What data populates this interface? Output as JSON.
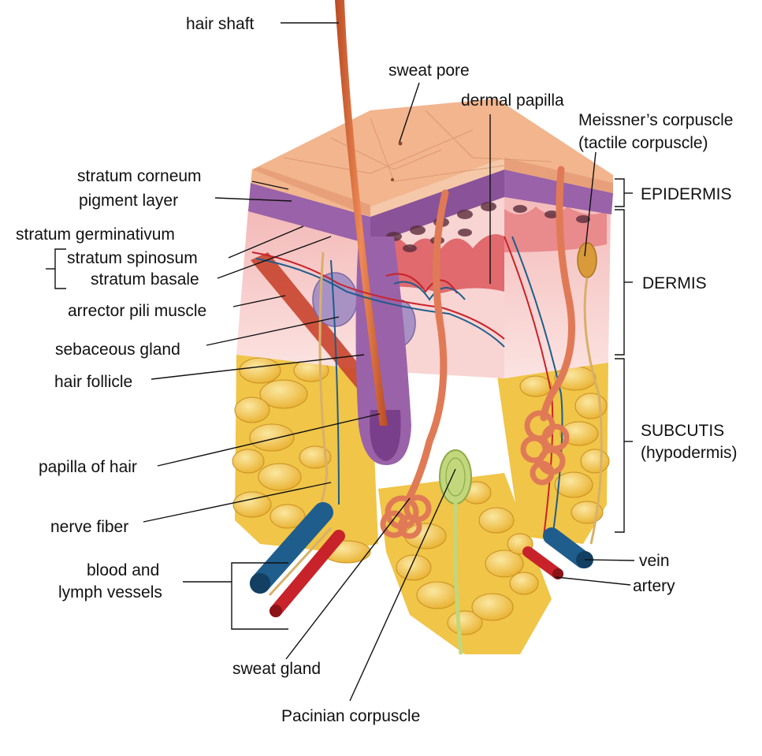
{
  "labels": {
    "hair_shaft": "hair shaft",
    "sweat_pore": "sweat pore",
    "dermal_papilla": "dermal papilla",
    "meissner_1": "Meissner’s corpuscle",
    "meissner_2": "(tactile corpuscle)",
    "stratum_corneum": "stratum corneum",
    "pigment_layer": "pigment layer",
    "stratum_germinativum": "stratum germinativum",
    "stratum_spinosum": "stratum spinosum",
    "stratum_basale": "stratum basale",
    "arrector_pili": "arrector pili muscle",
    "sebaceous_gland": "sebaceous gland",
    "hair_follicle": "hair follicle",
    "papilla_of_hair": "papilla of hair",
    "nerve_fiber": "nerve fiber",
    "blood_lymph_1": "blood and",
    "blood_lymph_2": "lymph vessels",
    "sweat_gland": "sweat gland",
    "pacinian": "Pacinian corpuscle",
    "epidermis": "EPIDERMIS",
    "dermis": "DERMIS",
    "subcutis_1": "SUBCUTIS",
    "subcutis_2": "(hypodermis)",
    "vein": "vein",
    "artery": "artery"
  },
  "colors": {
    "skin_surface": "#f2b58e",
    "epidermis_purple": "#9a62a8",
    "dermis_pink": "#f6c9c8",
    "fat_yellow": "#f2c84c",
    "vein_blue": "#1f5d8c",
    "artery_red": "#c8232a",
    "hair": "#d86a3a",
    "gland_green": "#b8cf6a"
  }
}
